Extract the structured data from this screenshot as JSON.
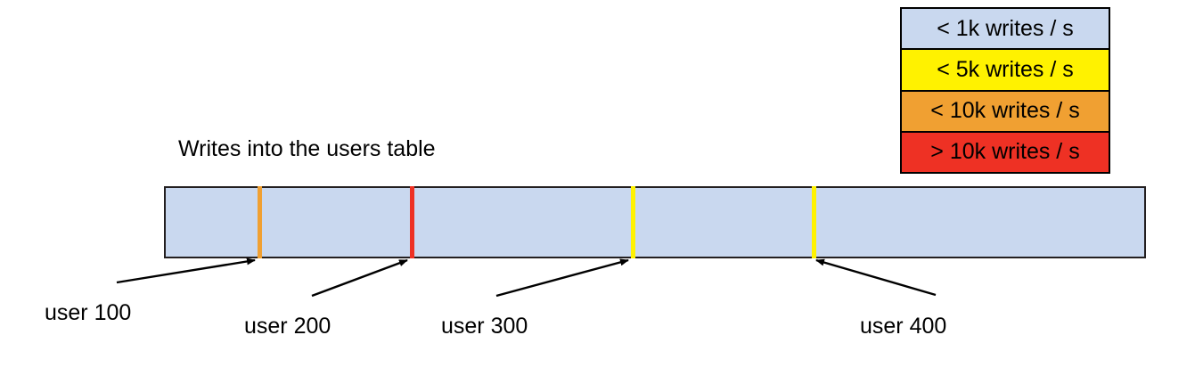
{
  "chart_data": {
    "type": "bar",
    "title": "Writes into the users table",
    "xlabel": "",
    "ylabel": "",
    "orientation": "horizontal-single-bar",
    "description": "A single horizontal bar representing the users table keyspace, shaded by write rate, with four vertical boundary markers labelled by user id.",
    "categories": [
      "user 100",
      "user 200",
      "user 300",
      "user 400"
    ],
    "markers": [
      {
        "label": "user 100",
        "color": "#f0a032",
        "rate_bucket": "< 10k writes / s",
        "x_fraction": 0.097
      },
      {
        "label": "user 200",
        "color": "#ee3124",
        "rate_bucket": "> 10k writes / s",
        "x_fraction": 0.252
      },
      {
        "label": "user 300",
        "color": "#fff200",
        "rate_bucket": "< 5k writes / s",
        "x_fraction": 0.477
      },
      {
        "label": "user 400",
        "color": "#fff200",
        "rate_bucket": "< 5k writes / s",
        "x_fraction": 0.661
      }
    ],
    "bar": {
      "fill_color": "#c9d8ef",
      "fill_bucket": "< 1k writes / s",
      "border_color": "#231f20"
    },
    "legend": {
      "position": "top-right",
      "entries": [
        {
          "label": "< 1k writes / s",
          "color": "#c9d8ef"
        },
        {
          "label": "< 5k writes / s",
          "color": "#fff200"
        },
        {
          "label": "< 10k writes / s",
          "color": "#f0a032"
        },
        {
          "label": "> 10k writes / s",
          "color": "#ee3124"
        }
      ]
    }
  },
  "legend": {
    "entries": [
      {
        "label": "< 1k writes / s",
        "color": "#c9d8ef"
      },
      {
        "label": "< 5k writes / s",
        "color": "#fff200"
      },
      {
        "label": "< 10k writes / s",
        "color": "#f0a032"
      },
      {
        "label": "> 10k writes / s",
        "color": "#ee3124"
      }
    ]
  },
  "diagram": {
    "title": "Writes into the users table",
    "bar_fill_color": "#c9d8ef",
    "bar_border_color": "#231f20",
    "markers": [
      {
        "name": "marker-user-100",
        "color": "#f0a032"
      },
      {
        "name": "marker-user-200",
        "color": "#ee3124"
      },
      {
        "name": "marker-user-300",
        "color": "#fff200"
      },
      {
        "name": "marker-user-400",
        "color": "#fff200"
      }
    ],
    "callouts": [
      {
        "label": "user 100"
      },
      {
        "label": "user 200"
      },
      {
        "label": "user 300"
      },
      {
        "label": "user 400"
      }
    ]
  }
}
